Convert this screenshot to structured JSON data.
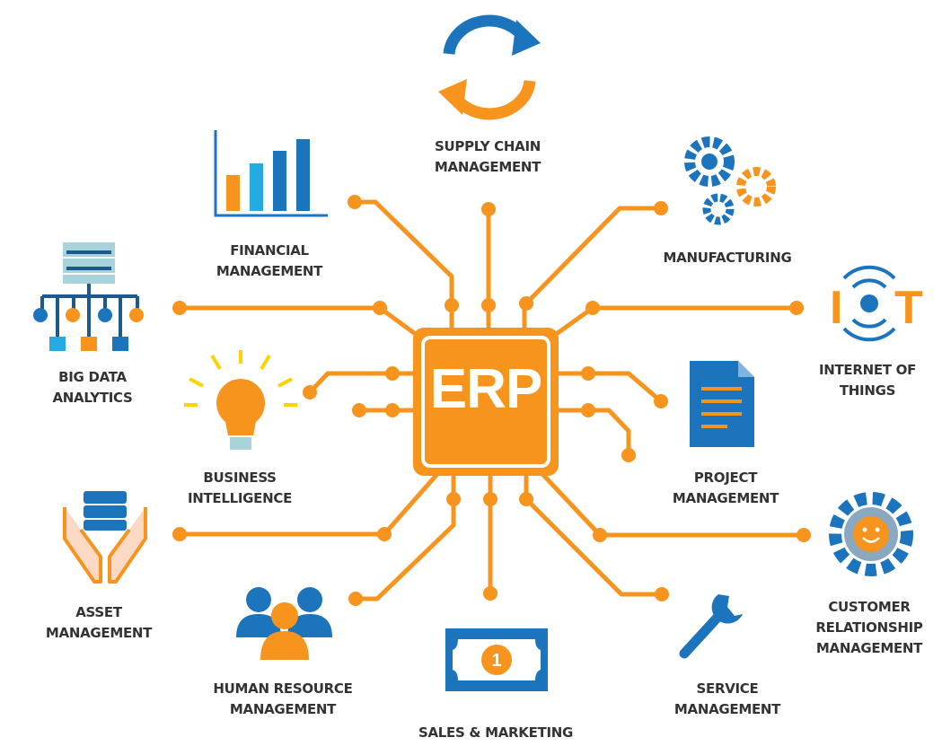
{
  "center": {
    "label": "ERP"
  },
  "modules": {
    "supply_chain": [
      "SUPPLY CHAIN",
      "MANAGEMENT"
    ],
    "financial": [
      "FINANCIAL",
      "MANAGEMENT"
    ],
    "manufacturing": [
      "MANUFACTURING"
    ],
    "iot": [
      "INTERNET OF",
      "THINGS"
    ],
    "big_data": [
      "BIG DATA",
      "ANALYTICS"
    ],
    "business_intelligence": [
      "BUSINESS",
      "INTELLIGENCE"
    ],
    "project": [
      "PROJECT",
      "MANAGEMENT"
    ],
    "asset": [
      "ASSET",
      "MANAGEMENT"
    ],
    "crm": [
      "CUSTOMER",
      "RELATIONSHIP",
      "MANAGEMENT"
    ],
    "hr": [
      "HUMAN RESOURCE",
      "MANAGEMENT"
    ],
    "sales": [
      "SALES & MARKETING"
    ],
    "service": [
      "SERVICE",
      "MANAGEMENT"
    ]
  },
  "icon_text": {
    "iot_logo": "IOT",
    "banknote": "1"
  },
  "colors": {
    "orange": "#f7941d",
    "blue": "#1c75bc",
    "light_blue": "#27aae1",
    "text": "#333333"
  }
}
